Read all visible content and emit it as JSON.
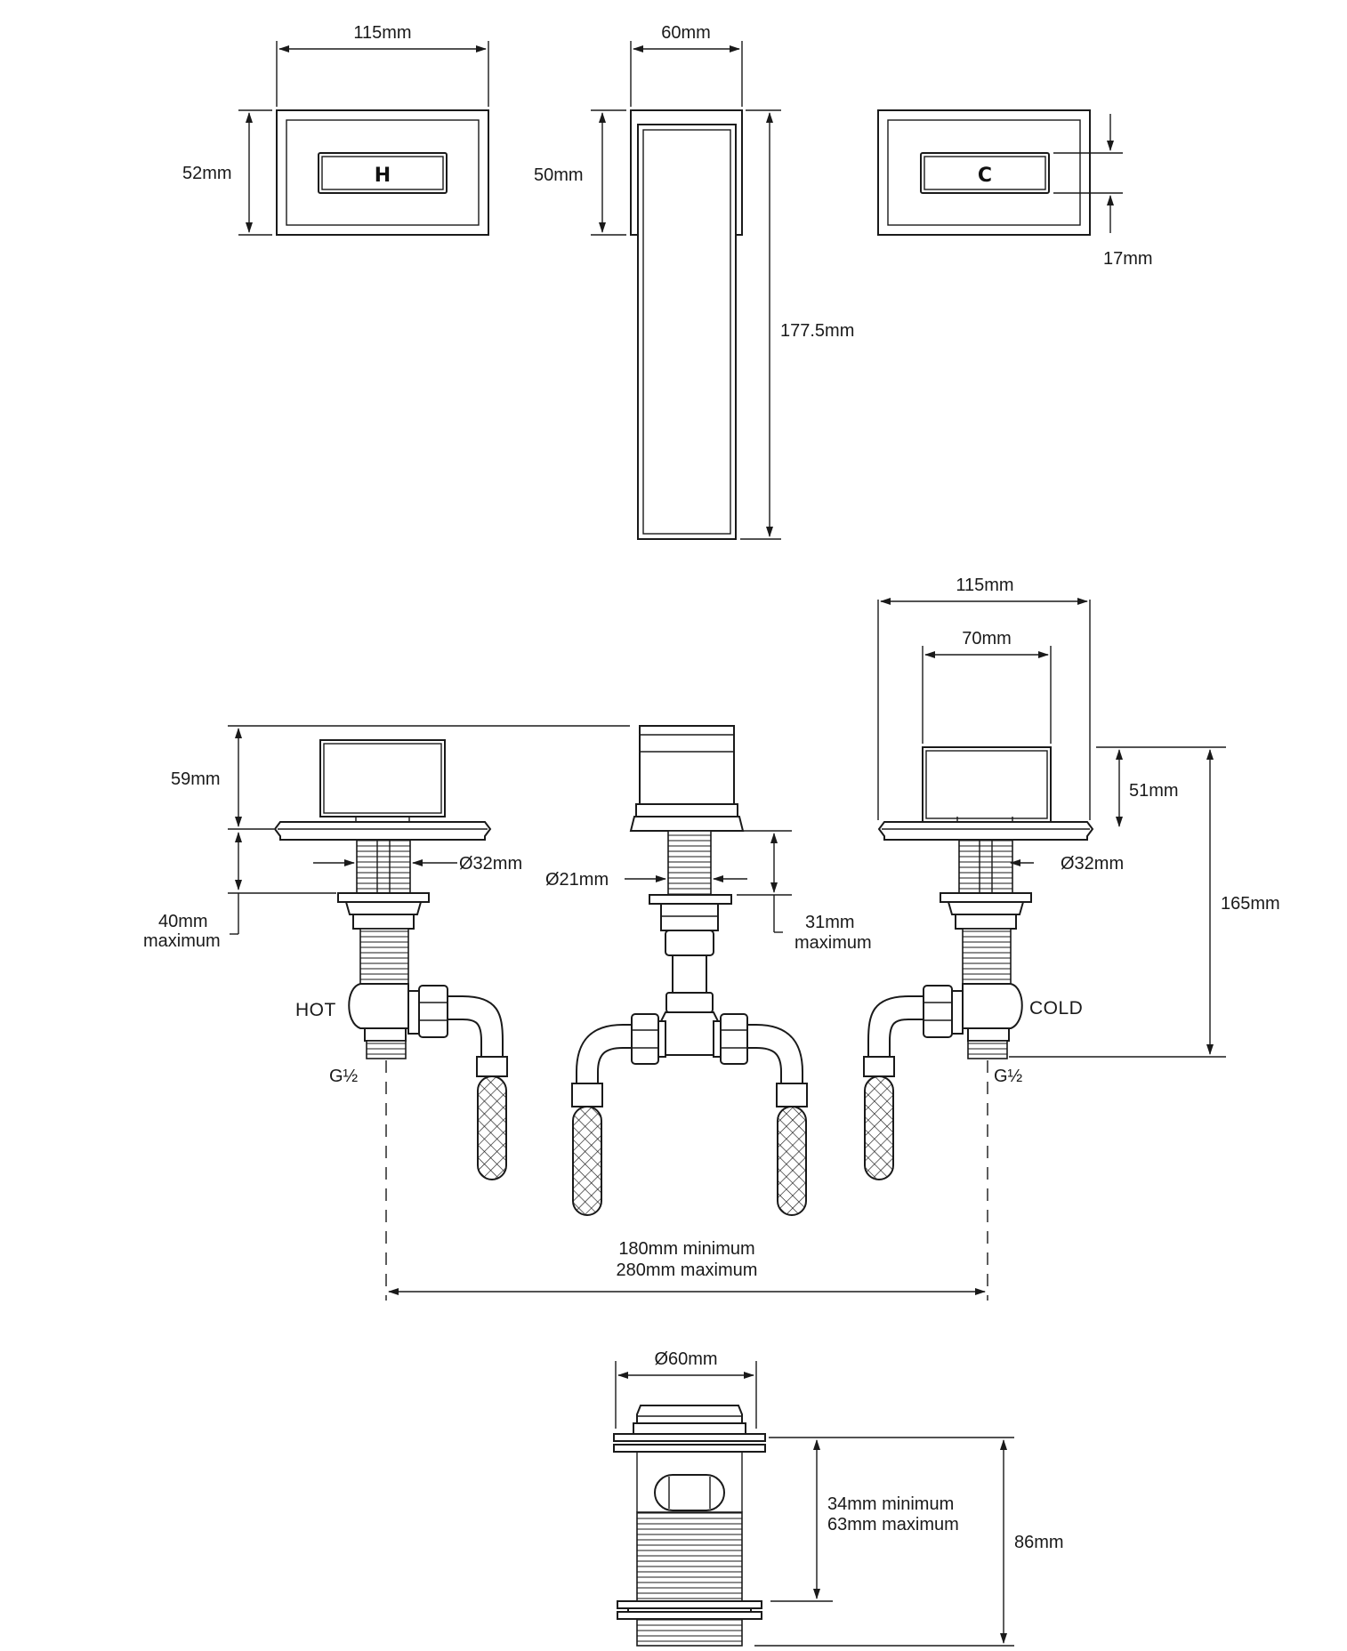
{
  "top_views": {
    "hot_handle": {
      "width": "115mm",
      "height": "52mm",
      "label": "H"
    },
    "spout": {
      "width": "60mm",
      "height": "50mm",
      "length": "177.5mm"
    },
    "cold_handle": {
      "label": "C",
      "button_height": "17mm"
    }
  },
  "side_view": {
    "handle_width": "115mm",
    "button_width": "70mm",
    "handle_height_hot": "59mm",
    "handle_height_cold": "51mm",
    "total_height": "165mm",
    "shank_diameter_hot": "Ø32mm",
    "shank_diameter_cold": "Ø32mm",
    "spout_shank_diameter": "Ø21mm",
    "deck_thickness_hot": "40mm",
    "deck_thickness_hot_note": "maximum",
    "deck_thickness_spout": "31mm",
    "deck_thickness_spout_note": "maximum",
    "hot_label": "HOT",
    "cold_label": "COLD",
    "hot_connection": "G½",
    "cold_connection": "G½",
    "centres_min": "180mm minimum",
    "centres_max": "280mm maximum"
  },
  "waste": {
    "diameter": "Ø60mm",
    "grip_min": "34mm minimum",
    "grip_max": "63mm maximum",
    "height": "86mm"
  }
}
